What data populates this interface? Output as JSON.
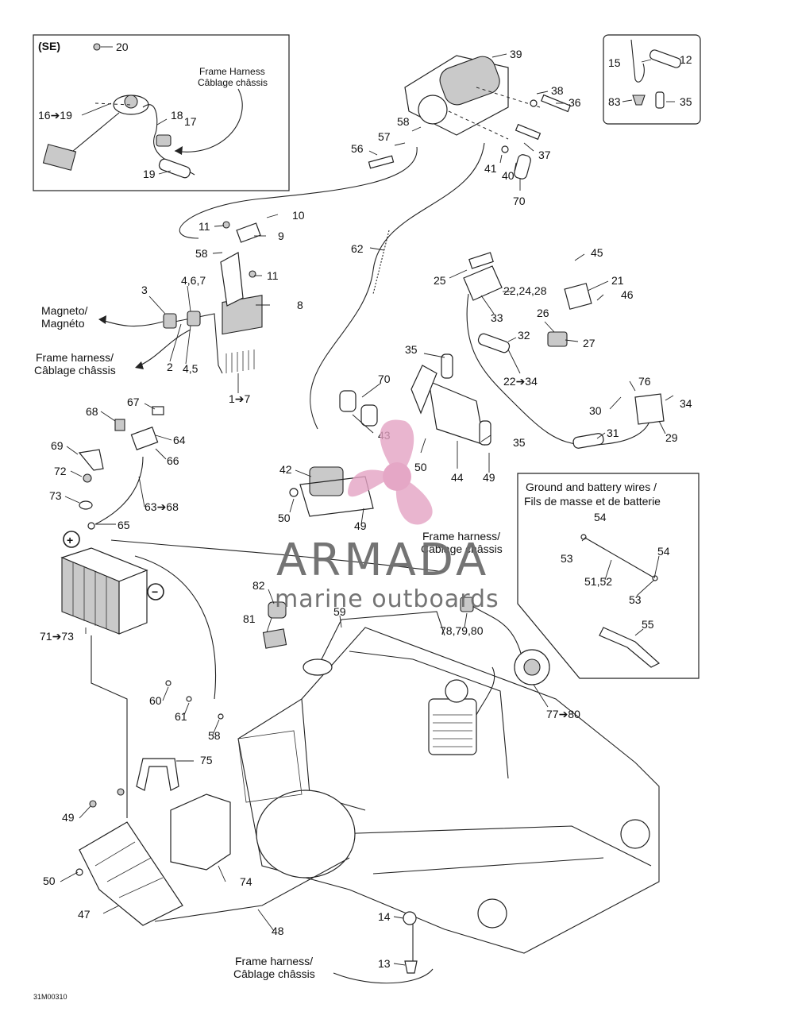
{
  "inset_se": {
    "title": "(SE)",
    "frame_harness": "Frame Harness",
    "frame_harness_fr": "Câblage châssis"
  },
  "inset_ground": {
    "title": "Ground and battery wires /",
    "title_fr": "Fils de masse et de batterie"
  },
  "captions": {
    "magneto": "Magneto/",
    "magneto_fr": "Magnéto",
    "frame_harness_1": "Frame harness/",
    "frame_harness_1_fr": "Câblage châssis",
    "frame_harness_2": "Frame harness/",
    "frame_harness_2_fr": "Câblage châssis",
    "frame_harness_3": "Frame harness/",
    "frame_harness_3_fr": "Câblage châssis"
  },
  "watermark": {
    "brand": "ARMADA",
    "tagline": "marine outboards",
    "pink": "#e4a3c3",
    "grey": "#6d6d6d"
  },
  "doc_code": "31M00310",
  "symbols": {
    "plus": "+",
    "minus": "−"
  },
  "callouts": [
    {
      "id": "c-20",
      "text": "20"
    },
    {
      "id": "c-16-19",
      "text": "16➔19"
    },
    {
      "id": "c-18",
      "text": "18"
    },
    {
      "id": "c-17",
      "text": "17"
    },
    {
      "id": "c-19",
      "text": "19"
    },
    {
      "id": "c-39",
      "text": "39"
    },
    {
      "id": "c-38",
      "text": "38"
    },
    {
      "id": "c-36",
      "text": "36"
    },
    {
      "id": "c-58a",
      "text": "58"
    },
    {
      "id": "c-57",
      "text": "57"
    },
    {
      "id": "c-56",
      "text": "56"
    },
    {
      "id": "c-37",
      "text": "37"
    },
    {
      "id": "c-41",
      "text": "41"
    },
    {
      "id": "c-40",
      "text": "40"
    },
    {
      "id": "c-70a",
      "text": "70"
    },
    {
      "id": "c-15",
      "text": "15"
    },
    {
      "id": "c-12",
      "text": "12"
    },
    {
      "id": "c-83",
      "text": "83"
    },
    {
      "id": "c-35a",
      "text": "35"
    },
    {
      "id": "c-10",
      "text": "10"
    },
    {
      "id": "c-11a",
      "text": "11"
    },
    {
      "id": "c-9",
      "text": "9"
    },
    {
      "id": "c-58b",
      "text": "58"
    },
    {
      "id": "c-11b",
      "text": "11"
    },
    {
      "id": "c-8",
      "text": "8"
    },
    {
      "id": "c-3",
      "text": "3"
    },
    {
      "id": "c-467",
      "text": "4,6,7"
    },
    {
      "id": "c-2",
      "text": "2"
    },
    {
      "id": "c-45b",
      "text": "4,5"
    },
    {
      "id": "c-1-7",
      "text": "1➔7"
    },
    {
      "id": "c-62",
      "text": "62"
    },
    {
      "id": "c-25",
      "text": "25"
    },
    {
      "id": "c-222428",
      "text": "22,24,28"
    },
    {
      "id": "c-33",
      "text": "33"
    },
    {
      "id": "c-45",
      "text": "45"
    },
    {
      "id": "c-21",
      "text": "21"
    },
    {
      "id": "c-46",
      "text": "46"
    },
    {
      "id": "c-26",
      "text": "26"
    },
    {
      "id": "c-27",
      "text": "27"
    },
    {
      "id": "c-32",
      "text": "32"
    },
    {
      "id": "c-22-34",
      "text": "22➔34"
    },
    {
      "id": "c-35b",
      "text": "35"
    },
    {
      "id": "c-70b",
      "text": "70"
    },
    {
      "id": "c-43",
      "text": "43"
    },
    {
      "id": "c-35c",
      "text": "35"
    },
    {
      "id": "c-50a",
      "text": "50"
    },
    {
      "id": "c-44",
      "text": "44"
    },
    {
      "id": "c-49a",
      "text": "49"
    },
    {
      "id": "c-76",
      "text": "76"
    },
    {
      "id": "c-34",
      "text": "34"
    },
    {
      "id": "c-30",
      "text": "30"
    },
    {
      "id": "c-31",
      "text": "31"
    },
    {
      "id": "c-29",
      "text": "29"
    },
    {
      "id": "c-67",
      "text": "67"
    },
    {
      "id": "c-68",
      "text": "68"
    },
    {
      "id": "c-64",
      "text": "64"
    },
    {
      "id": "c-69",
      "text": "69"
    },
    {
      "id": "c-66",
      "text": "66"
    },
    {
      "id": "c-72",
      "text": "72"
    },
    {
      "id": "c-73",
      "text": "73"
    },
    {
      "id": "c-63-68",
      "text": "63➔68"
    },
    {
      "id": "c-65",
      "text": "65"
    },
    {
      "id": "c-42",
      "text": "42"
    },
    {
      "id": "c-50b",
      "text": "50"
    },
    {
      "id": "c-49b",
      "text": "49"
    },
    {
      "id": "c-54a",
      "text": "54"
    },
    {
      "id": "c-53a",
      "text": "53"
    },
    {
      "id": "c-54b",
      "text": "54"
    },
    {
      "id": "c-5152",
      "text": "51,52"
    },
    {
      "id": "c-53b",
      "text": "53"
    },
    {
      "id": "c-55",
      "text": "55"
    },
    {
      "id": "c-71-73",
      "text": "71➔73"
    },
    {
      "id": "c-82",
      "text": "82"
    },
    {
      "id": "c-81",
      "text": "81"
    },
    {
      "id": "c-59",
      "text": "59"
    },
    {
      "id": "c-787980",
      "text": "78,79,80"
    },
    {
      "id": "c-77-80",
      "text": "77➔80"
    },
    {
      "id": "c-60",
      "text": "60"
    },
    {
      "id": "c-61",
      "text": "61"
    },
    {
      "id": "c-58c",
      "text": "58"
    },
    {
      "id": "c-75",
      "text": "75"
    },
    {
      "id": "c-49c",
      "text": "49"
    },
    {
      "id": "c-50c",
      "text": "50"
    },
    {
      "id": "c-74",
      "text": "74"
    },
    {
      "id": "c-47",
      "text": "47"
    },
    {
      "id": "c-48",
      "text": "48"
    },
    {
      "id": "c-14",
      "text": "14"
    },
    {
      "id": "c-13",
      "text": "13"
    }
  ]
}
